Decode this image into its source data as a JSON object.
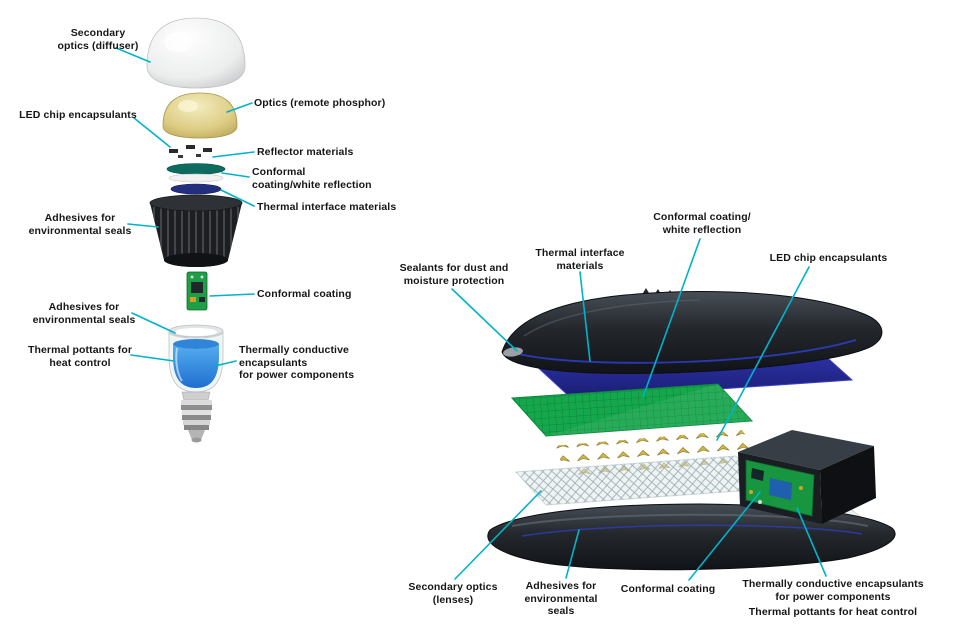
{
  "figure": {
    "description": "Exploded views of an LED bulb and an LED street light showing material applications",
    "accent_color": "#00b3c9",
    "background_color": "#ffffff"
  },
  "bulb_diagram": {
    "name": "LED bulb exploded view",
    "labels": {
      "secondary_optics": "Secondary\noptics (diffuser)",
      "optics_remote_phosphor": "Optics (remote phosphor)",
      "led_chip_encapsulants": "LED chip encapsulants",
      "reflector_materials": "Reflector materials",
      "conformal_coating_white_reflection": "Conformal\ncoating/white reflection",
      "thermal_interface_materials": "Thermal interface materials",
      "adhesives_environmental_seals_top": "Adhesives for\nenvironmental seals",
      "conformal_coating": "Conformal coating",
      "adhesives_environmental_seals_bottom": "Adhesives for\nenvironmental seals",
      "thermal_pottants": "Thermal pottants for\nheat control",
      "thermally_conductive_encapsulants": "Thermally conductive\nencapsulants\nfor power components"
    }
  },
  "luminaire_diagram": {
    "name": "LED street light exploded view",
    "labels": {
      "sealants_dust_moisture": "Sealants for dust and\nmoisture protection",
      "thermal_interface_materials": "Thermal interface\nmaterials",
      "conformal_coating_white_reflection": "Conformal coating/\nwhite reflection",
      "led_chip_encapsulants": "LED chip encapsulants",
      "secondary_optics_lenses": "Secondary optics\n(lenses)",
      "adhesives_environmental_seals": "Adhesives for\nenvironmental\nseals",
      "conformal_coating": "Conformal coating",
      "thermally_conductive_encapsulants": "Thermally conductive encapsulants\nfor power components",
      "thermal_pottants": "Thermal pottants for heat control"
    }
  }
}
